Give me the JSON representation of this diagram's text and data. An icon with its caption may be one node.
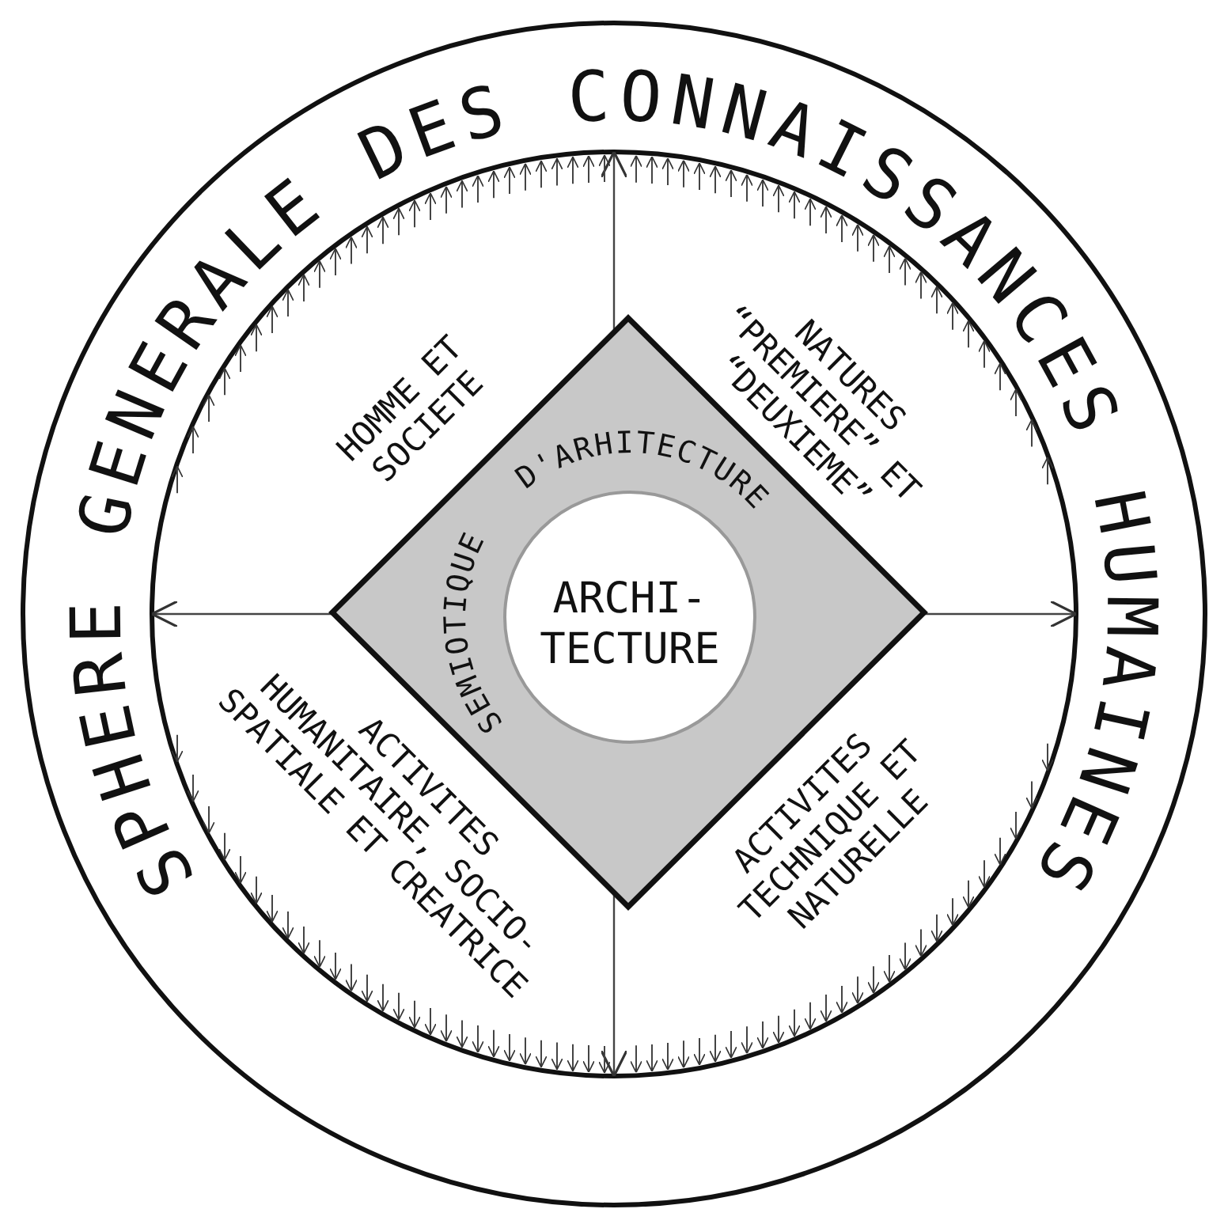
{
  "diagram": {
    "nodes": [
      {
        "text": [
          "SPHERE",
          "GENERALE",
          "DES",
          "CONNAISSANCES",
          "HUMAINES"
        ]
      },
      {
        "text": [
          "HOMME ET SOCIETE"
        ],
        "in": 0
      },
      {
        "text": [
          "NATURES “PREMIERE” ET “DEUXIEME”"
        ],
        "in": 0
      },
      {
        "text": [
          "ACTIVITES HUMANITAIRE, SOCIO-SPATIALE ET CREATRICE"
        ],
        "in": 0
      },
      {
        "text": [
          "ACTIVITES TECHNIQUE ET NATURELLE"
        ],
        "in": 0
      },
      {
        "text": [
          "SEMIOTIQUE",
          "D'ARHITECTURE"
        ],
        "in": 0
      },
      {
        "text": [
          "ARCHI- TECTURE"
        ],
        "in": 5
      }
    ]
  }
}
